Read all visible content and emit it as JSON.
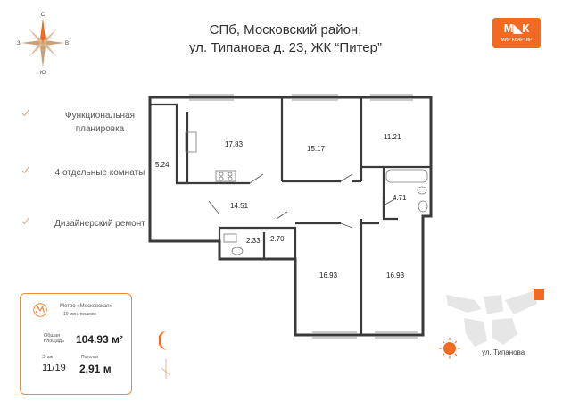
{
  "header": {
    "title_line1": "СПб, Московский район,",
    "title_line2": "ул. Типанова д. 23, ЖК “Питер”"
  },
  "logo": {
    "mark": "М◣К",
    "subtitle": "МИР КВАРТИР",
    "color": "#f26a21"
  },
  "compass": {
    "north": "С",
    "south": "Ю",
    "west": "З",
    "east": "В",
    "icon": "compass-rose-icon"
  },
  "features": [
    {
      "text": "Функциональная\nпланировка"
    },
    {
      "text": "4 отдельные комнаты"
    },
    {
      "text": "Дизайнерский ремонт"
    }
  ],
  "info": {
    "metro_label": "Метро «Московская»",
    "metro_walk": "10 мин. пешком",
    "area_label": "Общая\nплощадь",
    "area_value": "104.93 м²",
    "floor_label": "Этаж",
    "floor_value": "11/19",
    "ceiling_label": "Потолки",
    "ceiling_value": "2.91 м"
  },
  "rooms": {
    "r1": "17.83",
    "r2": "15.17",
    "r3": "11.21",
    "r4": "5.24",
    "r5": "14.51",
    "r6": "4.71",
    "r7": "2.33",
    "r8": "2.70",
    "r9": "16.93",
    "r10": "16.93"
  },
  "map": {
    "street": "ул. Типанова"
  },
  "colors": {
    "accent": "#f26a21",
    "wall": "#3a3a3a"
  }
}
